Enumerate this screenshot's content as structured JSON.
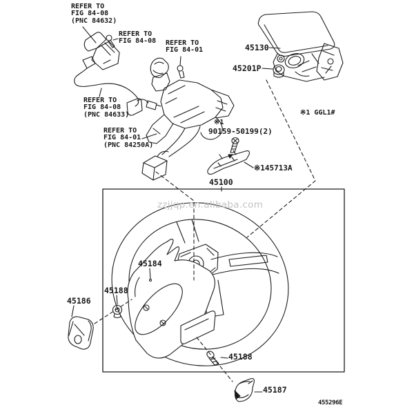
{
  "diagram": {
    "watermark": "zzjjqp.en.alibaba.com",
    "drawing_code": "455296E",
    "model_note": "※1 GGL1#",
    "refer": {
      "r1": [
        "REFER TO",
        "FIG 84-08",
        "(PNC 84632)"
      ],
      "r2": [
        "REFER TO",
        "FIG 84-08"
      ],
      "r3": [
        "REFER TO",
        "FIG 84-01"
      ],
      "r4": [
        "REFER TO",
        "FIG 84-08",
        "(PNC 84633)"
      ],
      "r5": [
        "REFER TO",
        "FIG 84-01",
        "(PNC 84250A)"
      ]
    },
    "parts": {
      "pad": "45130",
      "nut": "45201P",
      "screw_note": "※1",
      "screw_pn": "90159-50199(2)",
      "garnish": "※145713A",
      "wheel": "45100",
      "lower_cover": "45184",
      "screw_upper": "45188",
      "cover_no2": "45186",
      "screw_lower": "45188",
      "cover_no3": "45187"
    }
  }
}
